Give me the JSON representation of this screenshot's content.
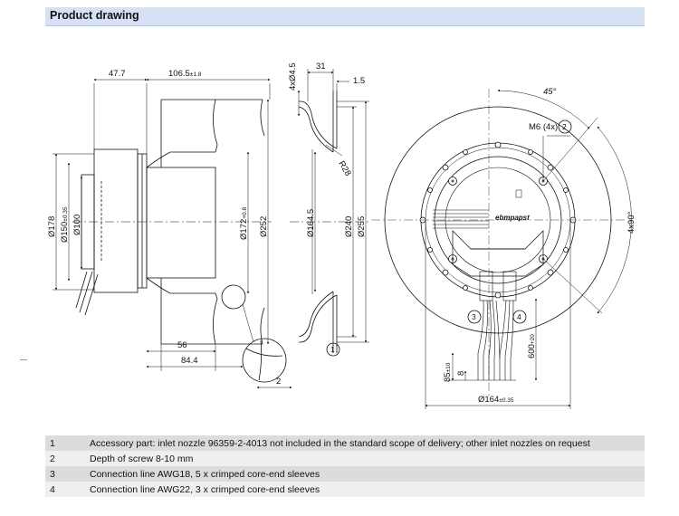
{
  "header": {
    "title": "Product drawing"
  },
  "side_view": {
    "dims": {
      "d1": "47.7",
      "d2": "106.5",
      "d2_tol": "±1.8",
      "d3": "Ø178",
      "d4": "Ø150",
      "d4_tol": "±0.35",
      "d5": "Ø100",
      "d6": "Ø172",
      "d6_tol": "+0.8",
      "d7": "Ø252",
      "d8": "56",
      "d9": "84.4",
      "d10": "2"
    }
  },
  "nozzle_view": {
    "dims": {
      "a": "4xØ4.5",
      "b": "31",
      "c": "1.5",
      "r": "R28",
      "d": "Ø164.5",
      "e": "Ø240",
      "f": "Ø255"
    },
    "callout": "1"
  },
  "front_view": {
    "dims": {
      "angle": "45°",
      "thread": "M6 (4x)",
      "pattern": "4x90°",
      "l1": "85",
      "l1_tol": "±10",
      "l2": "8",
      "l3": "600",
      "l3_tol": "+20",
      "bottom": "Ø164",
      "bottom_tol": "±0.35"
    },
    "callouts": [
      "2",
      "3",
      "4"
    ],
    "logo": "ebmpapst"
  },
  "notes": [
    {
      "num": "1",
      "text": "Accessory part: inlet nozzle 96359-2-4013 not included in the standard scope of delivery; other inlet nozzles on request"
    },
    {
      "num": "2",
      "text": "Depth of screw 8-10 mm"
    },
    {
      "num": "3",
      "text": "Connection line AWG18, 5 x crimped core-end sleeves"
    },
    {
      "num": "4",
      "text": "Connection line AWG22, 3 x crimped core-end sleeves"
    }
  ]
}
